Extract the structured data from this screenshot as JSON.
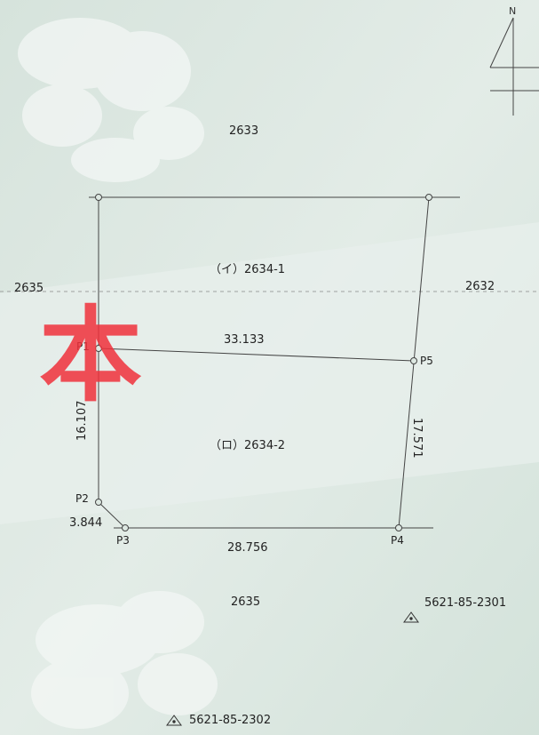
{
  "north_label": "N",
  "stamp_text": "本",
  "parcels": {
    "north": "2633",
    "west": "2635",
    "east": "2632",
    "south": "2635",
    "upper_lot": "（イ）2634-1",
    "lower_lot": "（ロ）2634-2"
  },
  "points": {
    "p1": "P1",
    "p2": "P2",
    "p3": "P3",
    "p4": "P4",
    "p5": "P5"
  },
  "dimensions": {
    "p1_p5": "33.133",
    "p1_p2": "16.107",
    "p2_p3": "3.844",
    "p3_p4": "28.756",
    "p4_p5": "17.571"
  },
  "benchmarks": {
    "bm1": "5621-85-2301",
    "bm2": "5621-85-2302"
  },
  "colors": {
    "background": "#dde8e2",
    "line": "#444444",
    "stamp": "#f0323c"
  }
}
